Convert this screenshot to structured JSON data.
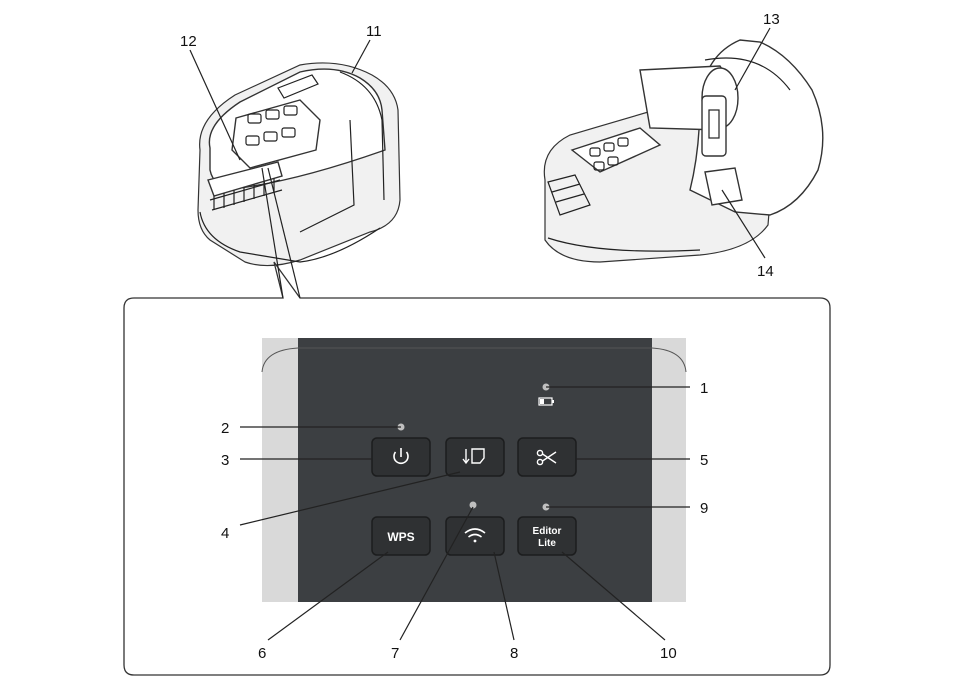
{
  "callouts": {
    "c1": "1",
    "c2": "2",
    "c3": "3",
    "c4": "4",
    "c5": "5",
    "c6": "6",
    "c7": "7",
    "c8": "8",
    "c9": "9",
    "c10": "10",
    "c11": "11",
    "c12": "12",
    "c13": "13",
    "c14": "14"
  },
  "buttons": {
    "wps_label": "WPS",
    "editor_line1": "Editor",
    "editor_line2": "Lite"
  },
  "icons": {
    "power": "power-icon",
    "feed": "feed-icon",
    "cut": "scissors-icon",
    "wifi": "wifi-icon",
    "battery": "battery-icon"
  },
  "colors": {
    "panel": "#3c3f42",
    "button": "#2f3133",
    "button_border": "#1c1d1e",
    "led": "#bfbfbf",
    "side_strip": "#d9d9d9"
  }
}
